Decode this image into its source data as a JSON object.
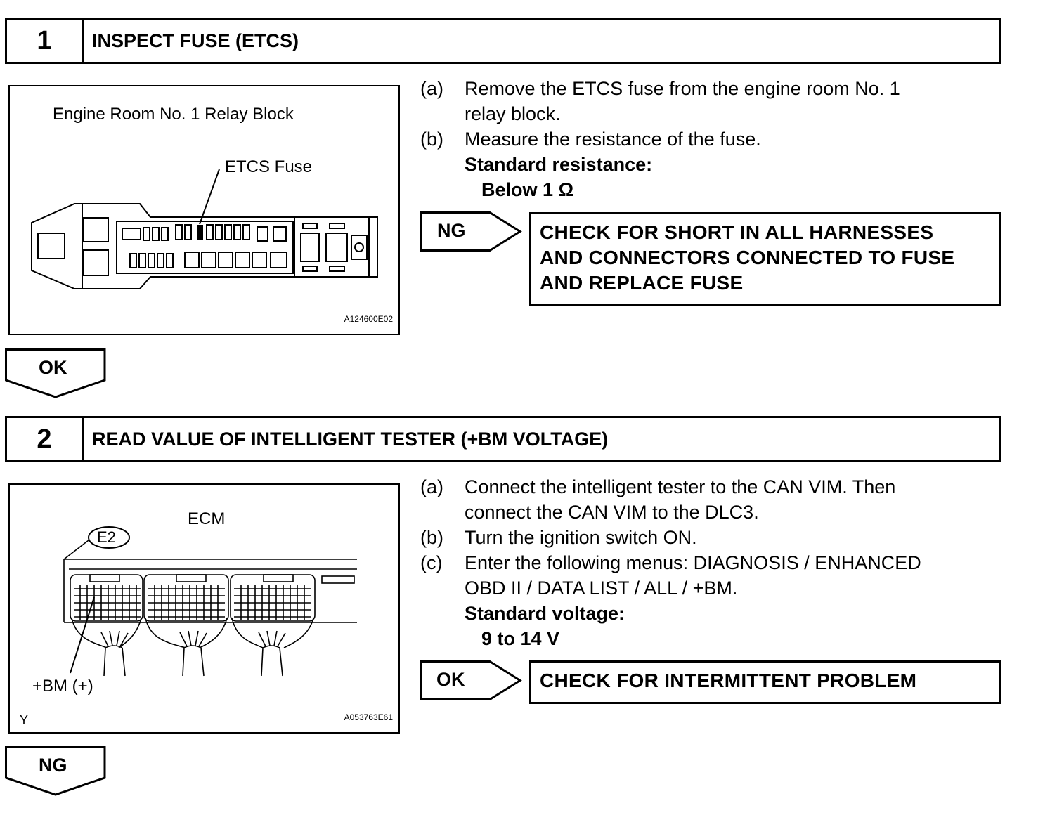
{
  "step1": {
    "number": "1",
    "title": "INSPECT FUSE (ETCS)",
    "figure": {
      "caption": "Engine Room No. 1 Relay Block",
      "callout": "ETCS Fuse",
      "code": "A124600E02"
    },
    "instructions": [
      {
        "label": "(a)",
        "lines": [
          "Remove the ETCS fuse from the engine room No. 1",
          "relay block."
        ]
      },
      {
        "label": "(b)",
        "lines": [
          "Measure the resistance of the fuse."
        ]
      }
    ],
    "standard_label": "Standard resistance:",
    "standard_value": "Below 1 Ω",
    "branch_tag": "NG",
    "branch_result": [
      "CHECK FOR SHORT IN ALL HARNESSES",
      "AND CONNECTORS CONNECTED TO FUSE",
      "AND REPLACE FUSE"
    ],
    "next_tag": "OK"
  },
  "step2": {
    "number": "2",
    "title": "READ VALUE OF INTELLIGENT TESTER (+BM VOLTAGE)",
    "figure": {
      "caption": "ECM",
      "connector_label": "E2",
      "terminal_label": "+BM (+)",
      "corner_mark": "Y",
      "code": "A053763E61"
    },
    "instructions": [
      {
        "label": "(a)",
        "lines": [
          "Connect the intelligent tester to the CAN VIM. Then",
          "connect the CAN VIM to the DLC3."
        ]
      },
      {
        "label": "(b)",
        "lines": [
          "Turn the ignition switch ON."
        ]
      },
      {
        "label": "(c)",
        "lines": [
          "Enter the following menus: DIAGNOSIS / ENHANCED",
          "OBD II / DATA LIST / ALL / +BM."
        ]
      }
    ],
    "standard_label": "Standard voltage:",
    "standard_value": "9 to 14 V",
    "branch_tag": "OK",
    "branch_result": [
      "CHECK FOR INTERMITTENT PROBLEM"
    ],
    "next_tag": "NG"
  }
}
